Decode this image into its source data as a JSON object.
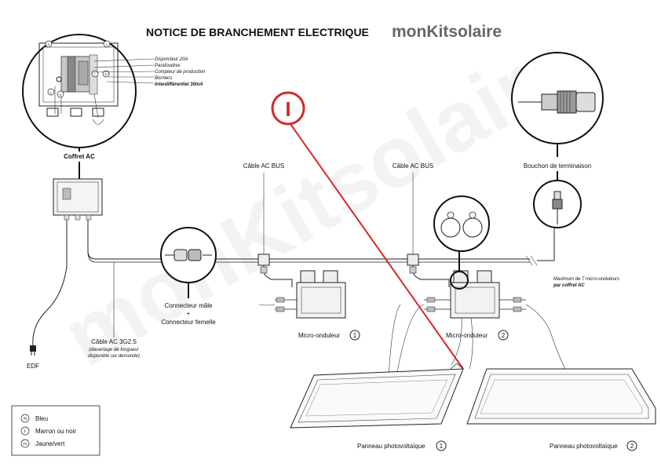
{
  "header": {
    "title": "NOTICE DE BRANCHEMENT ELECTRIQUE",
    "brand": "monKitsolaire"
  },
  "watermark": "monKitsolaire",
  "ac_box_detail": {
    "markers": {
      "n": "N",
      "l": "L",
      "pe": "PE"
    },
    "callouts": [
      "Disjoncteur 20A",
      "Parafoudres",
      "Compteur de production",
      "Borniers",
      "Interdifférentiel 30mA"
    ]
  },
  "labels": {
    "coffret_ac": "Coffret AC",
    "cable_ac_bus_1": "Câble AC BUS",
    "cable_ac_bus_2": "Câble AC BUS",
    "bouchon": "Bouchon de terminaison",
    "connecteur_line1": "Connecteur mâle",
    "connecteur_plus": "+",
    "connecteur_line2": "Connecteur femelle",
    "cable_3g": "Câble AC 3G2.5",
    "cable_3g_note1": "(davantage de longueur",
    "cable_3g_note2": "disponible sur demande)",
    "edf": "EDF",
    "max_note1": "Maximum de 7 micro-onduleurs",
    "max_note2": "par coffret AC",
    "micro1": "Micro-onduleur",
    "micro1_num": "1",
    "micro2": "Micro-onduleur",
    "micro2_num": "2",
    "panel1": "Panneau photovoltaïque",
    "panel1_num": "1",
    "panel2": "Panneau photovoltaïque",
    "panel2_num": "2",
    "warning_symbol": "I"
  },
  "legend": [
    {
      "symbol": "N",
      "text": "Bleu"
    },
    {
      "symbol": "L",
      "text": "Marron ou noir"
    },
    {
      "symbol": "PE",
      "text": "Jaune/vert"
    }
  ],
  "colors": {
    "accent": "#d42a2a",
    "brand": "#666666",
    "line": "#222222"
  }
}
